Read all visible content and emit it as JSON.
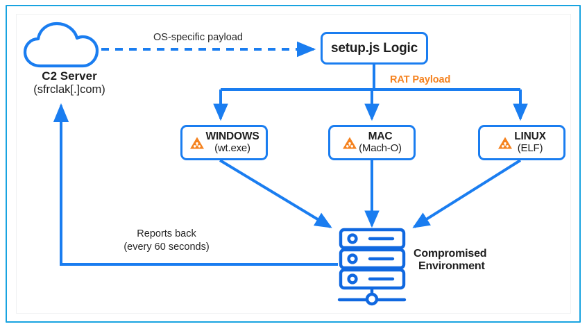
{
  "frame": {
    "outer_border_color": "#18a3e0",
    "inner_border_color": "#f0f1f2",
    "background": "#ffffff"
  },
  "palette": {
    "flow_blue": "#1a7df0",
    "accent_orange": "#f5821f",
    "text_dark": "#1d1d1d",
    "server_blue": "#1068e0"
  },
  "nodes": {
    "c2": {
      "icon": "cloud-icon",
      "title": "C2 Server",
      "domain": "(sfrclak[.]com)"
    },
    "setup": {
      "label": "setup.js Logic"
    },
    "os_targets": [
      {
        "id": "windows",
        "icon": "hazard-triangle-icon",
        "name": "WINDOWS",
        "artifact": "(wt.exe)"
      },
      {
        "id": "mac",
        "icon": "hazard-triangle-icon",
        "name": "MAC",
        "artifact": "(Mach-O)"
      },
      {
        "id": "linux",
        "icon": "hazard-triangle-icon",
        "name": "LINUX",
        "artifact": "(ELF)"
      }
    ],
    "server": {
      "icon": "server-rack-icon",
      "title_line1": "Compromised",
      "title_line2": "Environment"
    }
  },
  "edges": {
    "os_specific_payload": "OS-specific payload",
    "rat_payload": "RAT Payload",
    "reports_back_line1": "Reports back",
    "reports_back_line2": "(every 60 seconds)"
  }
}
